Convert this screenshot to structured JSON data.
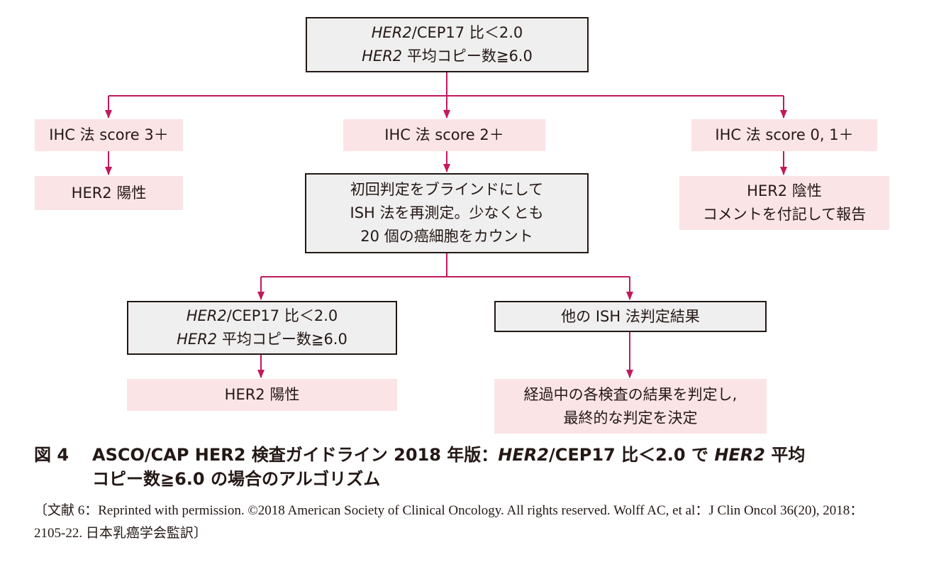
{
  "colors": {
    "arrow": "#c3195d",
    "pink_box": "#fbe4e6",
    "gray_box": "#f0efef",
    "border": "#231815"
  },
  "nodes": {
    "top": {
      "line1_em": "HER2",
      "line1_rest": "/CEP17 比＜2.0",
      "line2_em": "HER2",
      "line2_rest": " 平均コピー数≧6.0"
    },
    "ihc3": {
      "label": "IHC 法 score 3＋"
    },
    "ihc2": {
      "label": "IHC 法 score 2＋"
    },
    "ihc01": {
      "label": "IHC 法 score 0,  1＋"
    },
    "pos_left": {
      "label": "HER2 陽性"
    },
    "blind": {
      "line1": "初回判定をブラインドにして",
      "line2": "ISH 法を再測定。少なくとも",
      "line3": "20 個の癌細胞をカウント"
    },
    "neg": {
      "line1": "HER2 陰性",
      "line2": "コメントを付記して報告"
    },
    "sub_left": {
      "line1_em": "HER2",
      "line1_rest": "/CEP17 比＜2.0",
      "line2_em": "HER2",
      "line2_rest": " 平均コピー数≧6.0"
    },
    "other_ish": {
      "label": "他の ISH 法判定結果"
    },
    "pos_bottom": {
      "label": "HER2 陽性"
    },
    "decide": {
      "line1": "経過中の各検査の結果を判定し,",
      "line2": "最終的な判定を決定"
    }
  },
  "caption": {
    "fig_num": "図 4",
    "title_a": "ASCO/CAP HER2 検査ガイドライン 2018 年版：",
    "title_em1": "HER2",
    "title_b": "/CEP17 比＜2.0 で ",
    "title_em2": "HER2",
    "title_c": " 平均",
    "title_line2": "コピー数≧6.0 の場合のアルゴリズム",
    "reference": "〔文献 6：Reprinted with permission. ©2018 American Society of Clinical Oncology. All rights reserved. Wolff AC, et al：J Clin Oncol 36(20), 2018：2105-22.  日本乳癌学会監訳〕"
  }
}
